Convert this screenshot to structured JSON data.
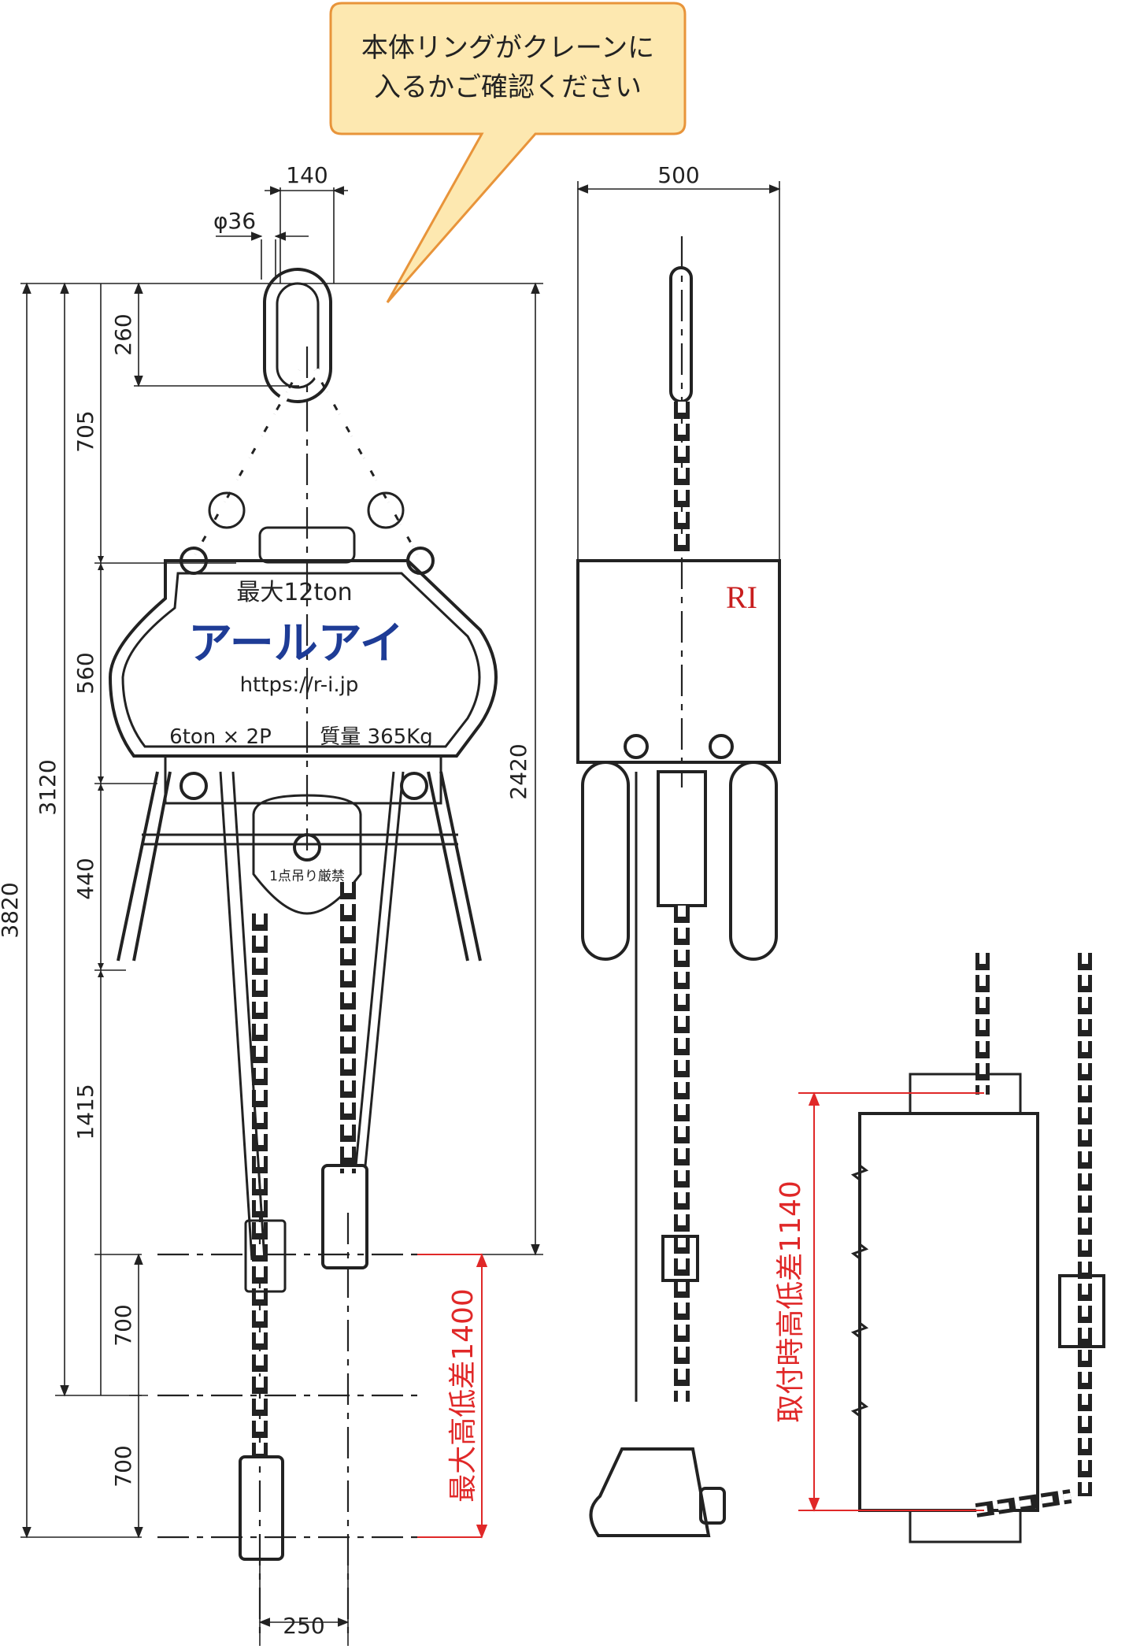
{
  "callout": {
    "line1": "本体リングがクレーンに",
    "line2": "入るかご確認ください",
    "bg": "#fde8b0",
    "border": "#e8943a"
  },
  "front": {
    "dim_ring_width": "140",
    "dim_ring_dia": "φ36",
    "dim_260": "260",
    "dim_705": "705",
    "dim_560": "560",
    "dim_440": "440",
    "dim_1415": "1415",
    "dim_700a": "700",
    "dim_700b": "700",
    "dim_3120": "3120",
    "dim_3820": "3820",
    "dim_2420": "2420",
    "dim_250": "250",
    "capacity": "最大12ton",
    "brand": "アールアイ",
    "url": "https://r-i.jp",
    "config": "6ton × 2P",
    "weight": "質量 365Kg",
    "warning": "1点吊り厳禁",
    "max_diff": "最大高低差1400",
    "brand_color": "#1e3c96"
  },
  "side": {
    "dim_width": "500",
    "logo": "RI",
    "logo_color": "#c81e1e"
  },
  "load": {
    "mount_diff": "取付時高低差1140",
    "accent": "#e02828"
  }
}
